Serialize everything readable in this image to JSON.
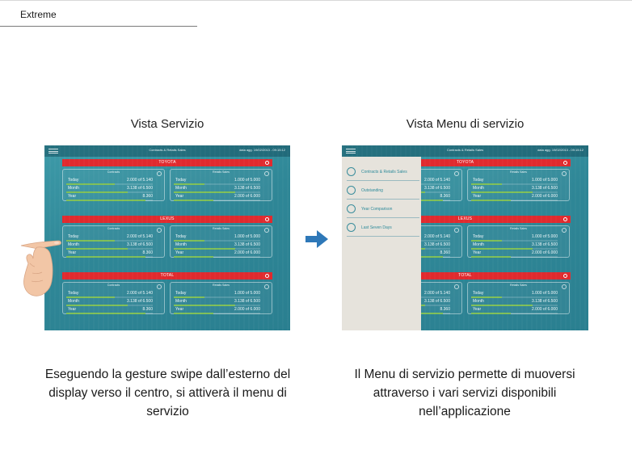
{
  "doc": {
    "label": "Extreme"
  },
  "left": {
    "heading": "Vista Servizio",
    "caption": "Eseguendo la gesture swipe dall’esterno del display verso il centro, si attiverà il menu di servizio"
  },
  "right": {
    "heading": "Vista Menu di servizio",
    "caption": "Il Menu di servizio permette di muoversi attraverso i vari servizi disponibili nell’applicazione"
  },
  "app": {
    "title": "Contracts & Retails Sales",
    "date": "data agg. 19/02/2013 - 09:15:12",
    "sections": [
      {
        "label": "TOYOTA"
      },
      {
        "label": "LEXUS"
      },
      {
        "label": "TOTAL"
      }
    ],
    "cards": {
      "contracts": "Contracts",
      "retails": "Retails Sales"
    },
    "rows": {
      "today": "Today",
      "month": "Month",
      "year": "Year"
    },
    "values": {
      "contracts_today": "2.000 of 5.140",
      "contracts_month": "3.138 of 6.500",
      "contracts_year": "8.360",
      "retails_today": "1.000 of 5.000",
      "retails_month": "3.138 of 6.500",
      "retails_year": "2.000 of 6.000"
    },
    "progress": {
      "contracts_today": 0.55,
      "contracts_month": 0.7,
      "contracts_year": 0.9,
      "retails_today": 0.35,
      "retails_month": 0.7,
      "retails_year": 0.45
    }
  },
  "menu": {
    "items": [
      {
        "label": "Contracts & Retails Sales",
        "icon": "contracts-icon"
      },
      {
        "label": "Outstanding",
        "icon": "outstanding-icon"
      },
      {
        "label": "Year Comparison",
        "icon": "year-comparison-icon"
      },
      {
        "label": "Last Seven Days",
        "icon": "last-seven-days-icon"
      }
    ]
  },
  "colors": {
    "screen": "#2f8797",
    "band": "#e02a2e",
    "bar": "#7fbf58",
    "menu_bg": "#e6e3dc",
    "arrow": "#2e78b8"
  }
}
